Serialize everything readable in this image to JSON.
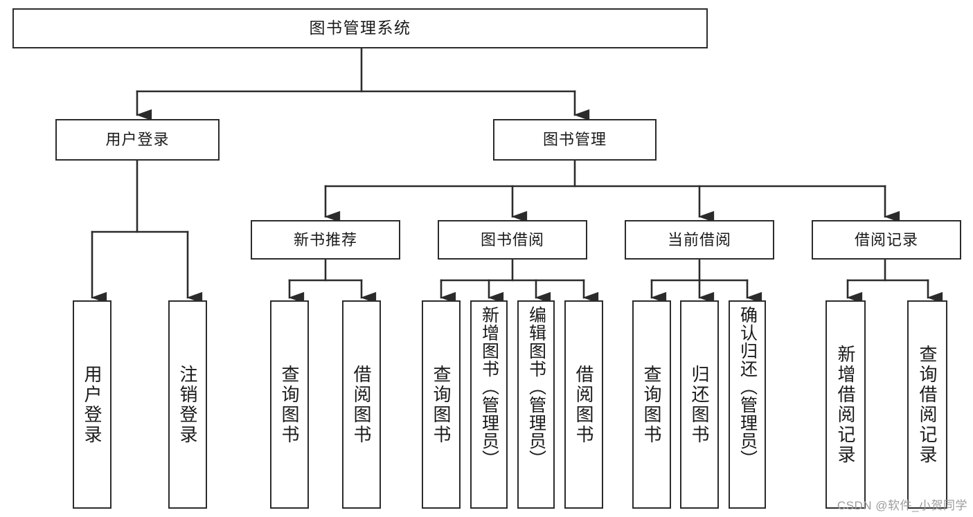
{
  "diagram": {
    "title": "图书管理系统",
    "type": "hierarchy-tree",
    "orientation": "top-down",
    "colors": {
      "stroke": "#2b2b2b",
      "fill": "#ffffff",
      "text": "#1a1a1a",
      "watermark": "#9c9c9c"
    },
    "levels": {
      "root": {
        "label": "图书管理系统"
      },
      "level1": [
        {
          "id": "user-login",
          "label": "用户登录"
        },
        {
          "id": "book-management",
          "label": "图书管理"
        }
      ],
      "level2": [
        {
          "id": "new-book-recommend",
          "label": "新书推荐",
          "parent": "book-management"
        },
        {
          "id": "book-borrow",
          "label": "图书借阅",
          "parent": "book-management"
        },
        {
          "id": "current-borrow",
          "label": "当前借阅",
          "parent": "book-management"
        },
        {
          "id": "borrow-record",
          "label": "借阅记录",
          "parent": "book-management"
        }
      ],
      "leaves": [
        {
          "id": "leaf-user-login",
          "label": "用户登录",
          "parent": "user-login"
        },
        {
          "id": "leaf-logout",
          "label": "注销登录",
          "parent": "user-login"
        },
        {
          "id": "leaf-query-book-1",
          "label": "查询图书",
          "parent": "new-book-recommend"
        },
        {
          "id": "leaf-borrow-book-1",
          "label": "借阅图书",
          "parent": "new-book-recommend"
        },
        {
          "id": "leaf-query-book-2",
          "label": "查询图书",
          "parent": "book-borrow"
        },
        {
          "id": "leaf-add-book",
          "label": "新增图书（管理员）",
          "parent": "book-borrow"
        },
        {
          "id": "leaf-edit-book",
          "label": "编辑图书（管理员）",
          "parent": "book-borrow"
        },
        {
          "id": "leaf-borrow-book-2",
          "label": "借阅图书",
          "parent": "book-borrow"
        },
        {
          "id": "leaf-query-book-3",
          "label": "查询图书",
          "parent": "current-borrow"
        },
        {
          "id": "leaf-return-book",
          "label": "归还图书",
          "parent": "current-borrow"
        },
        {
          "id": "leaf-confirm-return",
          "label": "确认归还（管理员）",
          "parent": "current-borrow"
        },
        {
          "id": "leaf-add-record",
          "label": "新增借阅记录",
          "parent": "borrow-record"
        },
        {
          "id": "leaf-query-record",
          "label": "查询借阅记录",
          "parent": "borrow-record"
        }
      ]
    }
  },
  "watermark": {
    "text": "CSDN @软件_小贺同学"
  }
}
